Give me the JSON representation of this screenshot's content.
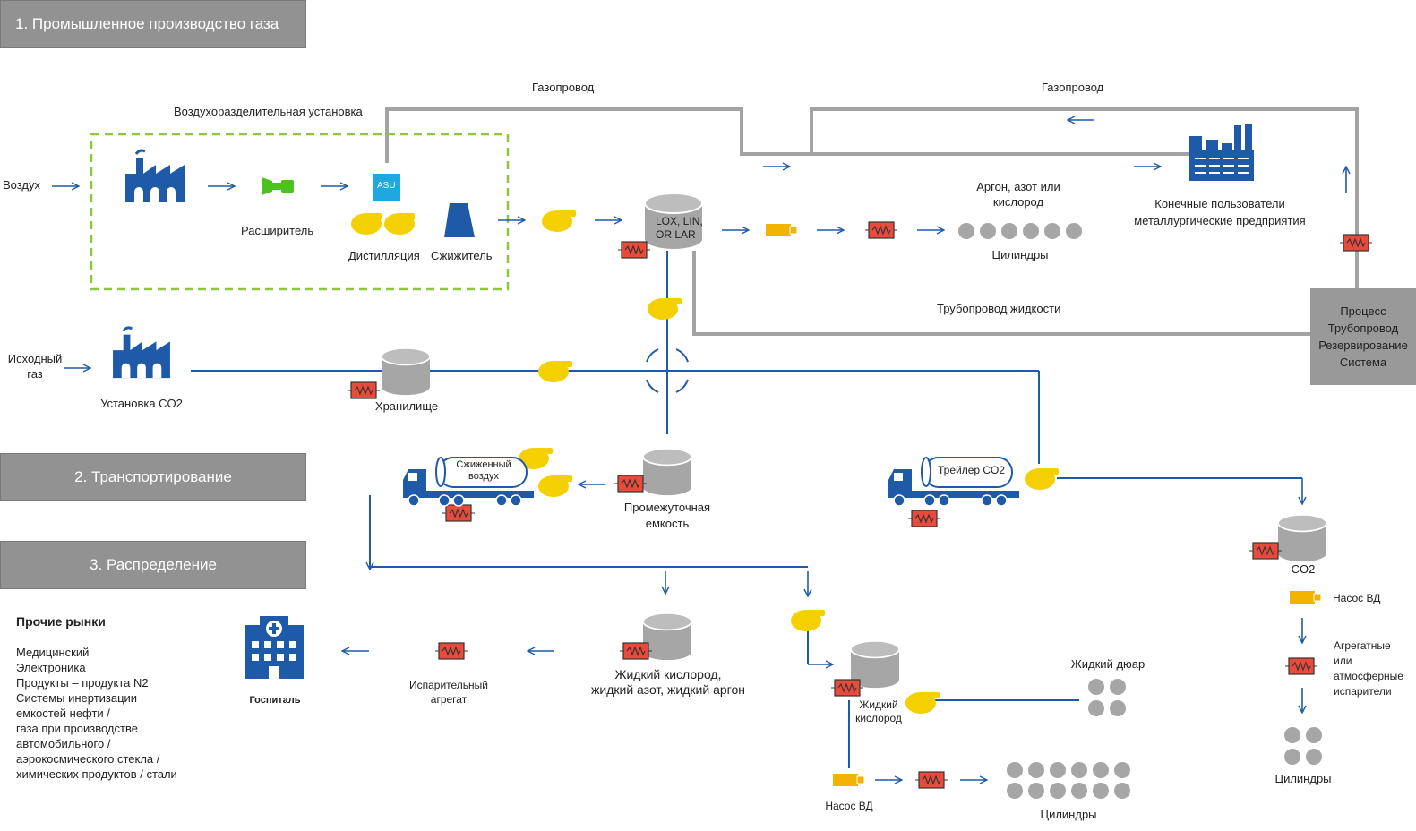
{
  "sections": {
    "production": "1. Промышленное производство газа",
    "transport": "2. Транспортирование",
    "distribution": "3. Распределение"
  },
  "labels": {
    "gas_pipeline_1": "Газопровод",
    "gas_pipeline_2": "Газопровод",
    "asu_title": "Воздухоразделительная установка",
    "air": "Воздух",
    "asu": "ASU",
    "expander": "Расширитель",
    "distillation": "Дистилляция",
    "liquefier": "Сжижитель",
    "lox_tank": "LOX, LIN,\nOR LAR",
    "argon_gases": "Аргон, азот или\nкислород",
    "cylinders_top": "Цилиндры",
    "end_users": "Конечные пользователи\nметаллургические предприятия",
    "process_box": "Процесс\nТрубопровод\nРезервирование\nСистема",
    "liquid_pipeline": "Трубопровод жидкости",
    "source_gas": "Исходный\nгаз",
    "co2_plant": "Установка CO2",
    "storage": "Хранилище",
    "liquefied_air": "Сжиженный\nвоздух",
    "intermediate_tank": "Промежуточная\nемкость",
    "co2_trailer": "Трейлер CO2",
    "co2": "CO2",
    "hp_pump_right": "Насос ВД",
    "vaporizers": "Агрегатные\nили\nатмосферные\nиспарители",
    "cylinders_right": "Цилиндры",
    "other_markets": "Прочие рынки",
    "markets_list": "Медицинский\nЭлектроника\nПродукты – продукта N2\nСистемы инертизации\nемкостей нефти /\nгаза при производстве\nавтомобильного /\nаэрокосмического стекла /\nхимических продуктов / стали",
    "hospital": "Госпиталь",
    "evaporator_unit": "Испарительный\nагрегат",
    "liquid_products": "Жидкий кислород,\nжидкий азот, жидкий аргон",
    "liquid_dewar": "Жидкий дюар",
    "liquid_oxygen": "Жидкий\nкислород",
    "hp_pump_bottom": "Насос ВД",
    "cylinders_bottom": "Цилиндры"
  },
  "colors": {
    "pipeline_blue": "#1f5aa8",
    "gas_pipe_gray": "#a3a3a3",
    "factory_blue": "#1f5aa8",
    "pump_yellow": "#f5d000",
    "pump_orange": "#f2b200",
    "heater_red": "#e84a3c",
    "tank_gray": "#a6a6a6",
    "dashed_green": "#8dc63f",
    "expander_green": "#4cc21f",
    "asu_cyan": "#1fa8e0",
    "section_gray": "#929292"
  },
  "icons": {
    "factory": "factory-icon",
    "pump": "pump-icon",
    "heater": "heat-exchanger-icon",
    "tank": "storage-tank-icon",
    "truck": "tanker-truck-icon",
    "hospital": "hospital-icon",
    "cylinder": "gas-cylinder-icon"
  }
}
